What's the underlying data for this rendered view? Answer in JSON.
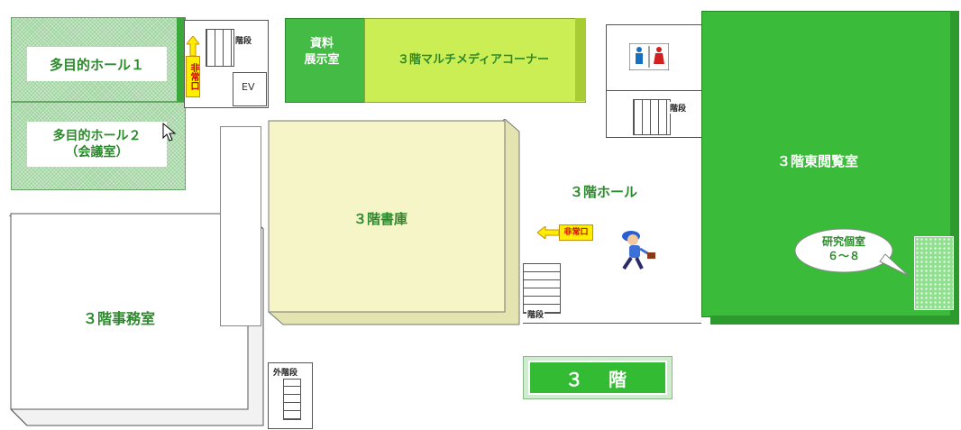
{
  "rooms": {
    "hall1": "多目的ホール１",
    "hall2_line1": "多目的ホール２",
    "hall2_line2": "（会議室）",
    "exhibition_line1": "資料",
    "exhibition_line2": "展示室",
    "multimedia": "３階マルチメディアコーナー",
    "stacks": "３階書庫",
    "hall3": "３階ホール",
    "office": "３階事務室",
    "east_reading": "３階東閲覧室",
    "research_line1": "研究個室",
    "research_line2": "６～８"
  },
  "labels": {
    "stairs": "階段",
    "elevator": "EV",
    "emergency_exit": "非常口",
    "outer_stairs": "外階段",
    "floor": "３　階"
  },
  "colors": {
    "hatch_green": "#9ed39e",
    "bright_green": "#33bb33",
    "lime": "#ccee55",
    "pale_yellow": "#f5f5c8",
    "label_green": "#2b8a2b",
    "exit_yellow": "#ffee00"
  },
  "icons": {
    "restroom": "restroom-icon",
    "person": "running-person-icon",
    "cursor": "mouse-cursor-icon",
    "exit_arrow": "arrow-icon"
  }
}
